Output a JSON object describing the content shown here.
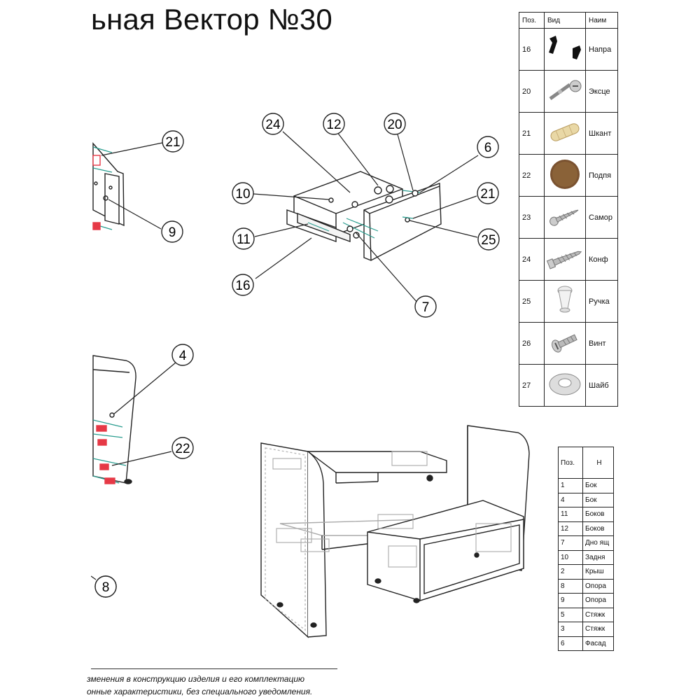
{
  "title": "ьная Вектор №30",
  "callouts": {
    "c21a": "21",
    "c9": "9",
    "c24": "24",
    "c12": "12",
    "c20": "20",
    "c6": "6",
    "c10": "10",
    "c21b": "21",
    "c11": "11",
    "c25": "25",
    "c16": "16",
    "c7": "7",
    "c4": "4",
    "c22": "22",
    "c8": "8"
  },
  "parts_table": {
    "headers": [
      "Поз.",
      "Вид",
      "Наим"
    ],
    "rows": [
      {
        "pos": "16",
        "icon": "guide-rail-icon",
        "name": "Напра"
      },
      {
        "pos": "20",
        "icon": "eccentric-coupler-icon",
        "name": "Эксце"
      },
      {
        "pos": "21",
        "icon": "wooden-dowel-icon",
        "name": "Шкант"
      },
      {
        "pos": "22",
        "icon": "felt-pad-icon",
        "name": "Подпя"
      },
      {
        "pos": "23",
        "icon": "screw-icon",
        "name": "Самор"
      },
      {
        "pos": "24",
        "icon": "confirmat-screw-icon",
        "name": "Конф"
      },
      {
        "pos": "25",
        "icon": "knob-handle-icon",
        "name": "Ручка"
      },
      {
        "pos": "26",
        "icon": "bolt-icon",
        "name": "Винт"
      },
      {
        "pos": "27",
        "icon": "washer-icon",
        "name": "Шайб"
      }
    ]
  },
  "components_table": {
    "headers": [
      "Поз.",
      "Н"
    ],
    "rows": [
      {
        "pos": "1",
        "name": "Бок"
      },
      {
        "pos": "4",
        "name": "Бок"
      },
      {
        "pos": "11",
        "name": "Боков"
      },
      {
        "pos": "12",
        "name": "Боков"
      },
      {
        "pos": "7",
        "name": "Дно ящ"
      },
      {
        "pos": "10",
        "name": "Задня"
      },
      {
        "pos": "2",
        "name": "Крыш"
      },
      {
        "pos": "8",
        "name": "Опора"
      },
      {
        "pos": "9",
        "name": "Опора"
      },
      {
        "pos": "5",
        "name": "Стяжк"
      },
      {
        "pos": "3",
        "name": "Стяжк"
      },
      {
        "pos": "6",
        "name": "Фасад"
      }
    ]
  },
  "footnote": {
    "line1": "зменения в конструкцию изделия и его комплектацию",
    "line2": "онные характеристики, без специального уведомления."
  },
  "colors": {
    "line": "#222222",
    "fastener": "#2a9d8f",
    "marker": "#e63946",
    "wood": "#e9d8a6",
    "felt": "#7a5230"
  }
}
